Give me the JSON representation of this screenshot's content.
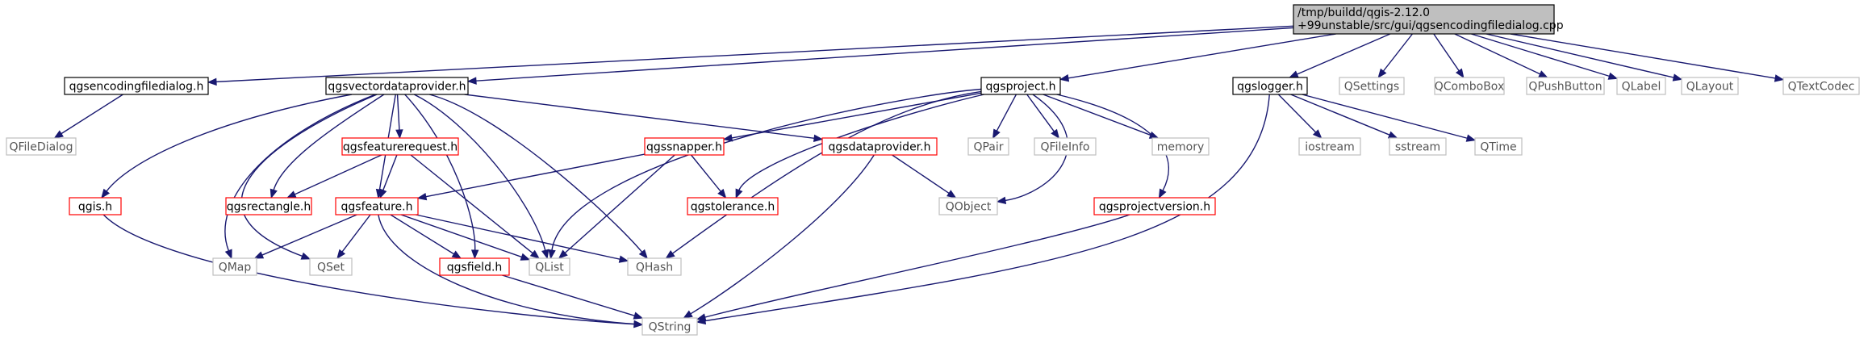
{
  "colors": {
    "edge": "#191970",
    "root_fill": "#bfbfbf",
    "border_black": "#000000",
    "border_red": "#ff0000",
    "border_gray": "#bfbfbf",
    "node_fill": "#ffffff"
  },
  "nodes": [
    {
      "id": "root",
      "label": "/tmp/buildd/qgis-2.12.0\n+99unstable/src/gui/qgsencodingfiledialog.cpp",
      "style": "root"
    },
    {
      "id": "encdlg_h",
      "label": "qgsencodingfiledialog.h",
      "style": "black"
    },
    {
      "id": "vdp_h",
      "label": "qgsvectordataprovider.h",
      "style": "black"
    },
    {
      "id": "project_h",
      "label": "qgsproject.h",
      "style": "black"
    },
    {
      "id": "logger_h",
      "label": "qgslogger.h",
      "style": "black"
    },
    {
      "id": "QSettings",
      "label": "QSettings",
      "style": "gray"
    },
    {
      "id": "QComboBox",
      "label": "QComboBox",
      "style": "gray"
    },
    {
      "id": "QPushButton",
      "label": "QPushButton",
      "style": "gray"
    },
    {
      "id": "QLabel",
      "label": "QLabel",
      "style": "gray"
    },
    {
      "id": "QLayout",
      "label": "QLayout",
      "style": "gray"
    },
    {
      "id": "QTextCodec",
      "label": "QTextCodec",
      "style": "gray"
    },
    {
      "id": "QFileDialog",
      "label": "QFileDialog",
      "style": "gray"
    },
    {
      "id": "qgis_h",
      "label": "qgis.h",
      "style": "red"
    },
    {
      "id": "featreq_h",
      "label": "qgsfeaturerequest.h",
      "style": "red"
    },
    {
      "id": "rect_h",
      "label": "qgsrectangle.h",
      "style": "red"
    },
    {
      "id": "feature_h",
      "label": "qgsfeature.h",
      "style": "red"
    },
    {
      "id": "snapper_h",
      "label": "qgssnapper.h",
      "style": "red"
    },
    {
      "id": "dataprov_h",
      "label": "qgsdataprovider.h",
      "style": "red"
    },
    {
      "id": "tolerance_h",
      "label": "qgstolerance.h",
      "style": "red"
    },
    {
      "id": "projver_h",
      "label": "qgsprojectversion.h",
      "style": "red"
    },
    {
      "id": "field_h",
      "label": "qgsfield.h",
      "style": "red"
    },
    {
      "id": "QMap",
      "label": "QMap",
      "style": "gray"
    },
    {
      "id": "QSet",
      "label": "QSet",
      "style": "gray"
    },
    {
      "id": "QList",
      "label": "QList",
      "style": "gray"
    },
    {
      "id": "QHash",
      "label": "QHash",
      "style": "gray"
    },
    {
      "id": "QString",
      "label": "QString",
      "style": "gray"
    },
    {
      "id": "QObject",
      "label": "QObject",
      "style": "gray"
    },
    {
      "id": "QPair",
      "label": "QPair",
      "style": "gray"
    },
    {
      "id": "QFileInfo",
      "label": "QFileInfo",
      "style": "gray"
    },
    {
      "id": "memory",
      "label": "memory",
      "style": "gray"
    },
    {
      "id": "iostream",
      "label": "iostream",
      "style": "gray"
    },
    {
      "id": "sstream",
      "label": "sstream",
      "style": "gray"
    },
    {
      "id": "QTime",
      "label": "QTime",
      "style": "gray"
    }
  ],
  "edges": [
    [
      "root",
      "encdlg_h"
    ],
    [
      "root",
      "vdp_h"
    ],
    [
      "root",
      "project_h"
    ],
    [
      "root",
      "logger_h"
    ],
    [
      "root",
      "QSettings"
    ],
    [
      "root",
      "QComboBox"
    ],
    [
      "root",
      "QPushButton"
    ],
    [
      "root",
      "QLabel"
    ],
    [
      "root",
      "QLayout"
    ],
    [
      "root",
      "QTextCodec"
    ],
    [
      "encdlg_h",
      "QFileDialog"
    ],
    [
      "vdp_h",
      "qgis_h"
    ],
    [
      "vdp_h",
      "featreq_h"
    ],
    [
      "vdp_h",
      "rect_h"
    ],
    [
      "vdp_h",
      "feature_h"
    ],
    [
      "vdp_h",
      "QMap"
    ],
    [
      "vdp_h",
      "QSet"
    ],
    [
      "vdp_h",
      "field_h"
    ],
    [
      "vdp_h",
      "QList"
    ],
    [
      "vdp_h",
      "QHash"
    ],
    [
      "vdp_h",
      "dataprov_h"
    ],
    [
      "featreq_h",
      "rect_h"
    ],
    [
      "featreq_h",
      "feature_h"
    ],
    [
      "featreq_h",
      "QList"
    ],
    [
      "feature_h",
      "QMap"
    ],
    [
      "feature_h",
      "QSet"
    ],
    [
      "feature_h",
      "field_h"
    ],
    [
      "feature_h",
      "QList"
    ],
    [
      "feature_h",
      "QHash"
    ],
    [
      "feature_h",
      "QString"
    ],
    [
      "qgis_h",
      "QString"
    ],
    [
      "field_h",
      "QString"
    ],
    [
      "project_h",
      "snapper_h"
    ],
    [
      "project_h",
      "QList"
    ],
    [
      "project_h",
      "QHash"
    ],
    [
      "project_h",
      "tolerance_h"
    ],
    [
      "project_h",
      "QPair"
    ],
    [
      "project_h",
      "QFileInfo"
    ],
    [
      "project_h",
      "memory"
    ],
    [
      "project_h",
      "QObject"
    ],
    [
      "project_h",
      "projver_h"
    ],
    [
      "snapper_h",
      "feature_h"
    ],
    [
      "snapper_h",
      "QList"
    ],
    [
      "snapper_h",
      "tolerance_h"
    ],
    [
      "dataprov_h",
      "QObject"
    ],
    [
      "dataprov_h",
      "QString"
    ],
    [
      "projver_h",
      "QString"
    ],
    [
      "logger_h",
      "iostream"
    ],
    [
      "logger_h",
      "sstream"
    ],
    [
      "logger_h",
      "QTime"
    ],
    [
      "logger_h",
      "QString"
    ]
  ]
}
